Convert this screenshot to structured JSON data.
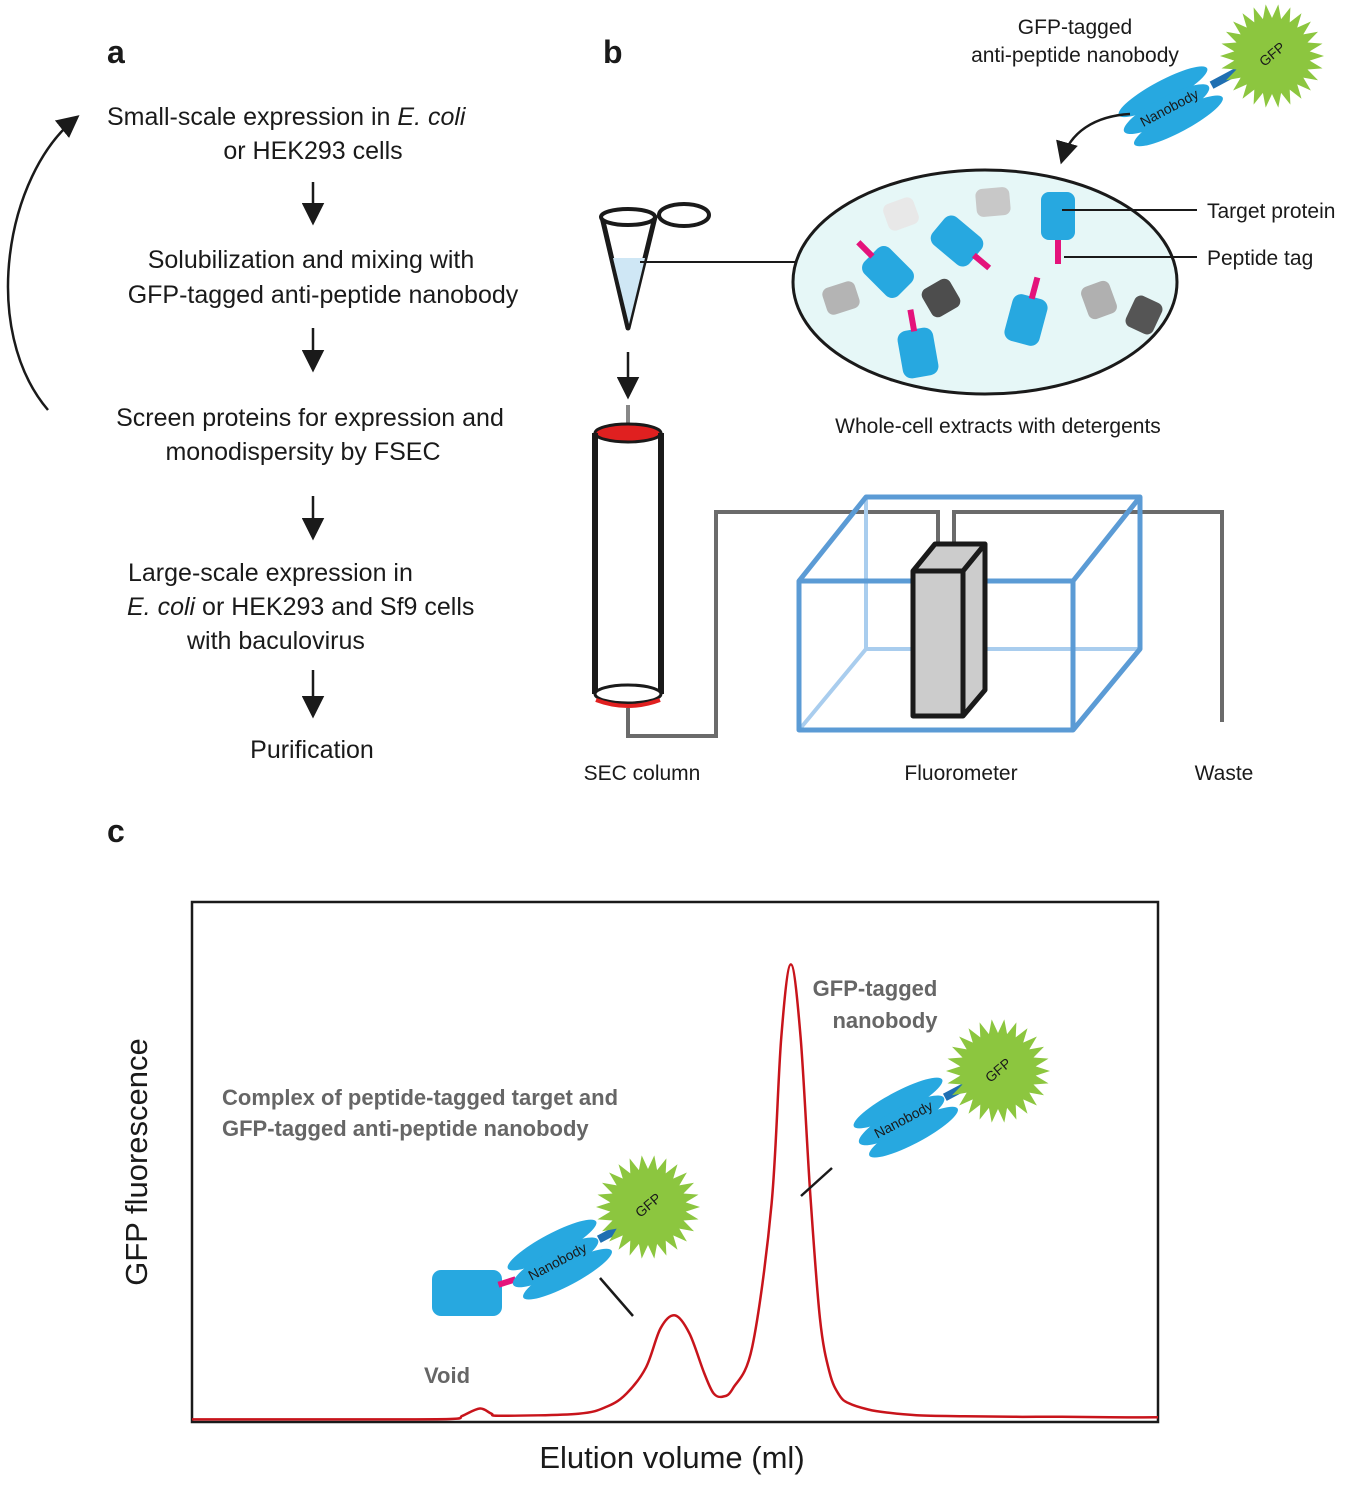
{
  "panels": {
    "a": "a",
    "b": "b",
    "c": "c"
  },
  "panel_a": {
    "steps": [
      {
        "line1_pre": "Small-scale expression in ",
        "line1_it": "E. coli",
        "line2": "or HEK293 cells"
      },
      {
        "line1": "Solubilization and mixing with",
        "line2": "GFP-tagged anti-peptide nanobody"
      },
      {
        "line1": "Screen proteins for expression and",
        "line2": "monodispersity by FSEC"
      },
      {
        "line1": "Large-scale expression in",
        "line2_it": "E. coli",
        "line2_rest": " or HEK293 and Sf9 cells",
        "line3": "with baculovirus"
      },
      {
        "line1": "Purification"
      }
    ]
  },
  "panel_b": {
    "probe_title_line1": "GFP-tagged",
    "probe_title_line2": "anti-peptide nanobody",
    "nanobody_label": "Nanobody",
    "gfp_label": "GFP",
    "target_protein_label": "Target protein",
    "peptide_tag_label": "Peptide tag",
    "extract_caption": "Whole-cell extracts with detergents",
    "sec_column_label": "SEC column",
    "fluorometer_label": "Fluorometer",
    "waste_label": "Waste"
  },
  "panel_c": {
    "complex_label_line1": "Complex of peptide-tagged target and",
    "complex_label_line2": "GFP-tagged anti-peptide nanobody",
    "free_label_line1": "GFP-tagged",
    "free_label_line2": "nanobody",
    "void_label": "Void",
    "nanobody_label": "Nanobody",
    "gfp_label": "GFP"
  },
  "colors": {
    "trace": "#c8141b",
    "nanobody": "#27a8e0",
    "gfp": "#8cc63f",
    "peptide_tag": "#e4137b",
    "fluorometer_box": "#5b9bd5",
    "fluorometer_box_light": "#a9cdee",
    "extract_fill": "#e6f7f7",
    "column_seal": "#e02020",
    "tubing": "#6b6b6b"
  },
  "chart_data": {
    "type": "line",
    "title": "",
    "xlabel": "Elution volume (ml)",
    "ylabel": "GFP fluorescence",
    "xlim": [
      0,
      100
    ],
    "ylim": [
      0,
      100
    ],
    "x_ticks_shown": false,
    "y_ticks_shown": false,
    "grid": false,
    "series": [
      {
        "x": [
          0,
          10,
          20,
          27,
          28,
          29.8,
          31,
          32,
          40,
          43,
          45,
          47,
          48.5,
          50,
          51.5,
          53,
          54,
          55,
          56,
          58,
          60,
          61,
          62,
          63,
          64,
          65,
          66,
          67,
          68,
          70,
          72,
          75,
          80,
          85,
          90,
          95,
          100
        ],
        "y": [
          0.5,
          0.5,
          0.5,
          0.6,
          1.2,
          2.6,
          1.6,
          1.2,
          1.6,
          3.0,
          5.5,
          10.5,
          18.0,
          20.5,
          17.0,
          9.5,
          5.5,
          4.9,
          6.5,
          14.5,
          42.0,
          74.0,
          88.0,
          74.0,
          44.0,
          20.0,
          9.5,
          5.2,
          3.6,
          2.4,
          1.8,
          1.3,
          1.1,
          1.0,
          1.0,
          0.9,
          0.9
        ]
      }
    ],
    "annotations": [
      "Void",
      "Complex of peptide-tagged target and GFP-tagged anti-peptide nanobody",
      "GFP-tagged nanobody"
    ]
  }
}
